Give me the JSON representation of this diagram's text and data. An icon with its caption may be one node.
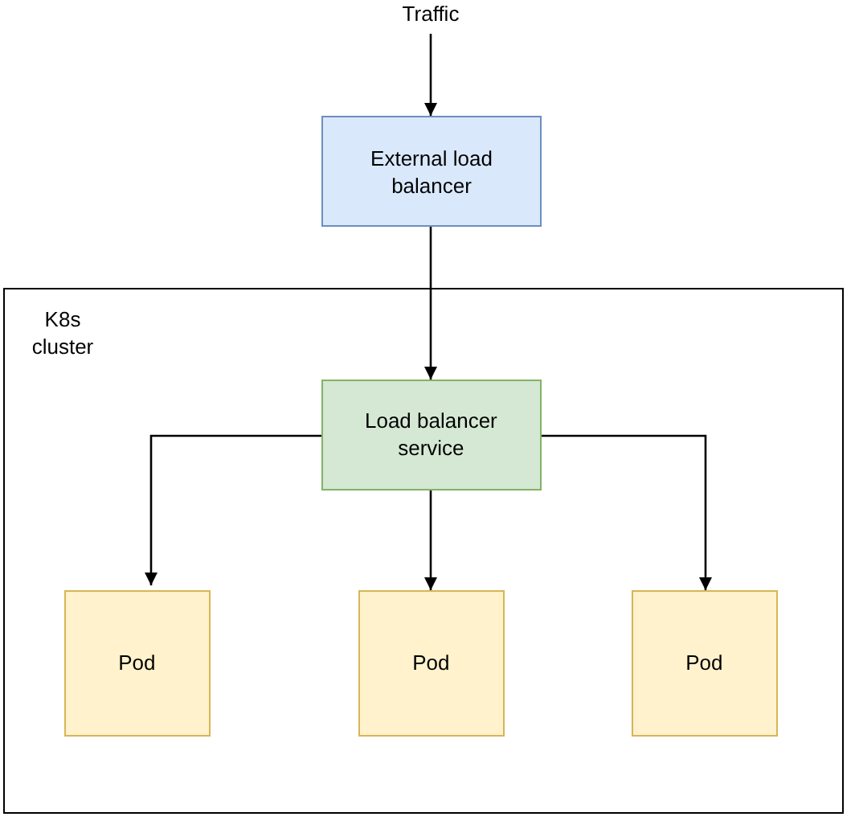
{
  "diagram": {
    "nodes": [
      {
        "text": [
          "Traffic"
        ]
      },
      {
        "text": [
          "External load balancer"
        ]
      },
      {
        "text": [
          "K8s cluster"
        ]
      },
      {
        "text": [
          "Load balancer service"
        ],
        "in": 2
      },
      {
        "text": [
          "Pod"
        ],
        "in": 2
      },
      {
        "text": [
          "Pod"
        ],
        "in": 2
      },
      {
        "text": [
          "Pod"
        ],
        "in": 2
      }
    ],
    "edges": [
      {
        "from": 0,
        "to": 1,
        "arrow": "to"
      },
      {
        "from": 1,
        "to": 3,
        "arrow": "to"
      },
      {
        "from": 3,
        "to": 4,
        "arrow": "to"
      },
      {
        "from": 3,
        "to": 5,
        "arrow": "to"
      },
      {
        "from": 3,
        "to": 6,
        "arrow": "to"
      }
    ]
  }
}
